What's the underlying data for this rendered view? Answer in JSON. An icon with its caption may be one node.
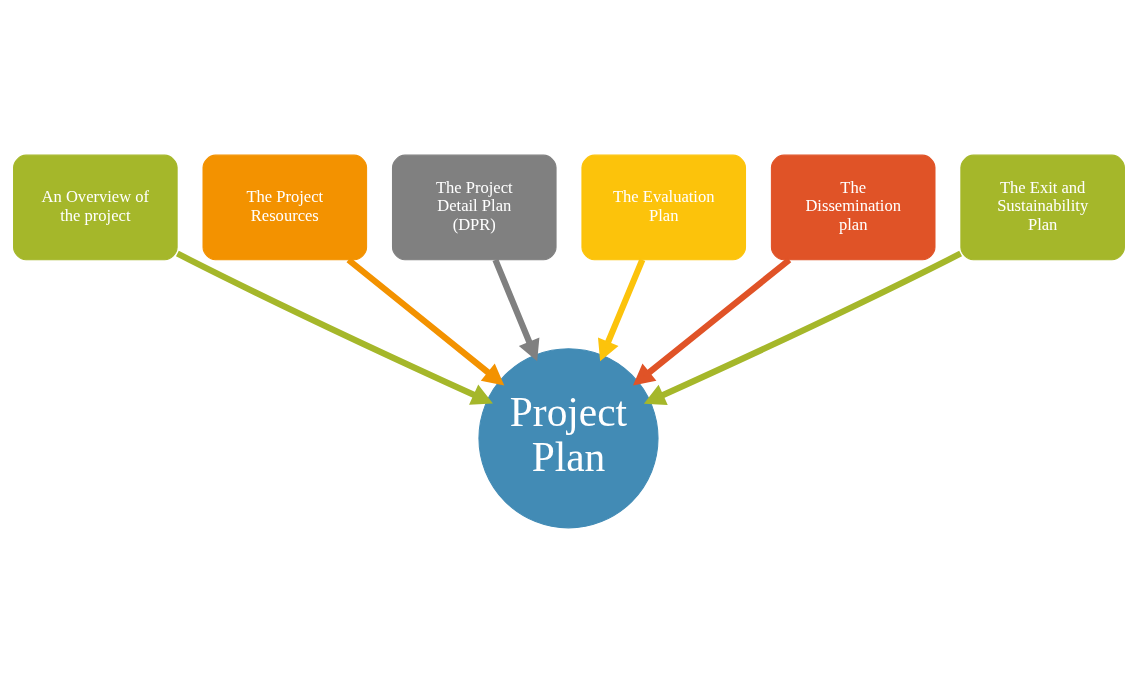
{
  "diagram": {
    "nodes": [
      {
        "text": [
          "Project Plan"
        ]
      },
      {
        "text": [
          "An Overview of the project"
        ]
      },
      {
        "text": [
          "The Project Resources"
        ]
      },
      {
        "text": [
          "The Project Detail Plan (DPR)"
        ]
      },
      {
        "text": [
          "The Evaluation Plan"
        ]
      },
      {
        "text": [
          "The Dissemination plan"
        ]
      },
      {
        "text": [
          "The Exit and Sustainability Plan"
        ]
      }
    ],
    "edges": [
      {
        "from": 1,
        "to": 0,
        "arrow": "to",
        "color": "#a5b72a"
      },
      {
        "from": 2,
        "to": 0,
        "arrow": "to",
        "color": "#f39200"
      },
      {
        "from": 3,
        "to": 0,
        "arrow": "to",
        "color": "#808080"
      },
      {
        "from": 4,
        "to": 0,
        "arrow": "to",
        "color": "#fcc30b"
      },
      {
        "from": 5,
        "to": 0,
        "arrow": "to",
        "color": "#e05327"
      },
      {
        "from": 6,
        "to": 0,
        "arrow": "to",
        "color": "#a5b72a"
      }
    ]
  }
}
